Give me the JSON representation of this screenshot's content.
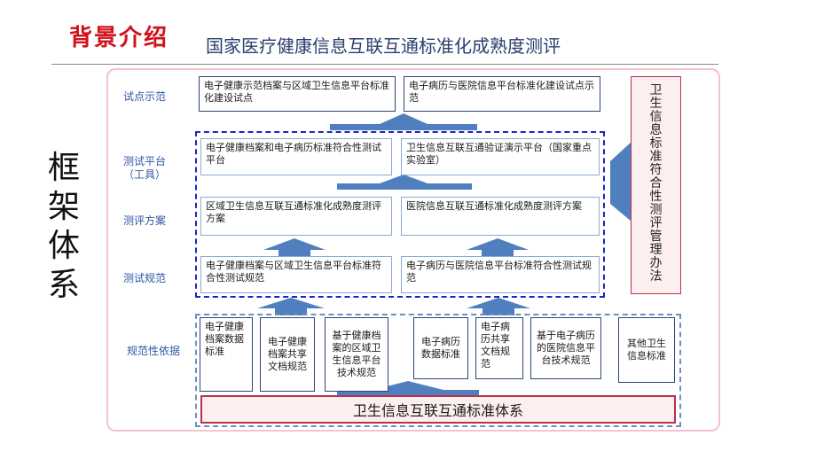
{
  "header": {
    "title": "背景介绍",
    "subtitle": "国家医疗健康信息互联互通标准化成熟度测评"
  },
  "side_title": "框架体系",
  "row_labels": {
    "pilot": "试点示范",
    "platform": "测试平台",
    "platform_sub": "（工具）",
    "plan": "测评方案",
    "spec": "测试规范",
    "basis": "规范性依据"
  },
  "pilot": {
    "left": "电子健康示范档案与区域卫生信息平台标准化建设试点",
    "right": "电子病历与医院信息平台标准化建设试点示范"
  },
  "platform": {
    "left": "电子健康档案和电子病历标准符合性测试平台",
    "right": "卫生信息互联互通验证演示平台（国家重点实验室）"
  },
  "plan": {
    "left": "区域卫生信息互联互通标准化成熟度测评方案",
    "right": "医院信息互联互通标准化成熟度测评方案"
  },
  "spec": {
    "left": "电子健康档案与区域卫生信息平台标准符合性测试规范",
    "right": "电子病历与医院信息平台标准符合性测试规范"
  },
  "basis": [
    "电子健康档案数据标准",
    "电子健康档案共享文档规范",
    "基于健康档案的区域卫生信息平台技术规范",
    "电子病历数据标准",
    "电子病历共享文档规范",
    "基于电子病历的医院信息平台技术规范",
    "其他卫生信息标准"
  ],
  "foundation": "卫生信息互联互通标准体系",
  "management": "卫生信息标准符合性测评管理办法",
  "colors": {
    "accent_red": "#d0121b",
    "arrow_blue": "#4f7fbf",
    "dash_blue": "#1b24c9",
    "pink_fill": "#fdeef0"
  }
}
